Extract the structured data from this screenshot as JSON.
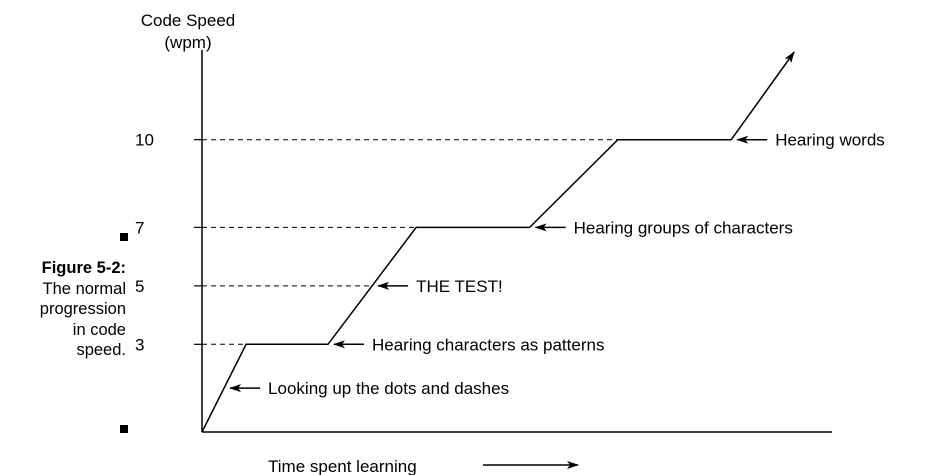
{
  "figure": {
    "label": "Figure 5-2:",
    "caption": "The normal\nprogression\nin code\nspeed."
  },
  "chart_data": {
    "type": "line",
    "title": "",
    "ylabel_line1": "Code Speed",
    "ylabel_line2": "(wpm)",
    "xlabel": "Time spent learning",
    "ylim": [
      0,
      13
    ],
    "xlim": [
      0,
      100
    ],
    "yticks": [
      3,
      5,
      7,
      10
    ],
    "grid": false,
    "series": [
      {
        "values": [
          [
            0,
            0
          ],
          [
            7,
            3
          ],
          [
            20,
            3
          ],
          [
            34,
            7
          ],
          [
            52,
            7
          ],
          [
            66,
            10
          ],
          [
            84,
            10
          ],
          [
            94,
            13
          ]
        ]
      }
    ],
    "annotations": [
      {
        "text": "Looking up the dots and dashes",
        "x": 3.5,
        "y": 1.5
      },
      {
        "text": "Hearing characters as patterns",
        "x": 20,
        "y": 3
      },
      {
        "text": "THE TEST!",
        "x": 27,
        "y": 5
      },
      {
        "text": "Hearing groups of characters",
        "x": 52,
        "y": 7
      },
      {
        "text": "Hearing words",
        "x": 84,
        "y": 10
      }
    ]
  }
}
